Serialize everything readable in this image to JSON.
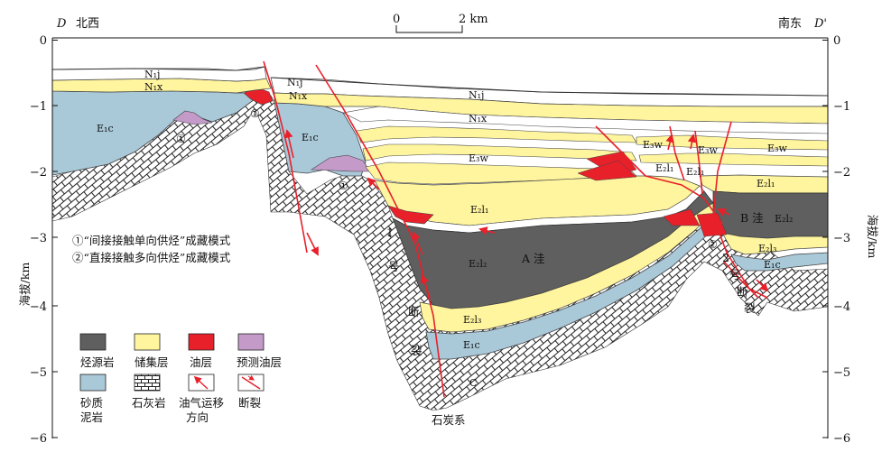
{
  "corners": {
    "left_letter": "D",
    "left_direction": "北西",
    "right_direction": "南东",
    "right_letter": "D'"
  },
  "scale_bar": {
    "start": "0",
    "end": "2 km"
  },
  "y_axis": {
    "title": "海拔/km",
    "ticks": [
      "0",
      "−1",
      "−2",
      "−3",
      "−4",
      "−5",
      "−6"
    ]
  },
  "formations": {
    "n1j": "N₁j",
    "n1x": "N₁x",
    "e1c": "E₁c",
    "e3w": "E₃w",
    "e2l1": "E₂l₁",
    "e2l2": "E₂l₂",
    "e2l3": "E₂l₃",
    "c": "C"
  },
  "labels": {
    "a_sag": "A 洼",
    "b_sag": "B 洼",
    "fault1_chars": [
      "1",
      "号",
      "断",
      "裂"
    ],
    "fault2_chars": [
      "2",
      "号",
      "断",
      "裂"
    ],
    "carboniferous": "石炭系"
  },
  "circle_markers": {
    "one": "①",
    "two": "②"
  },
  "notes": [
    "①“间接接触单向供烃”成藏模式",
    "②“直接接触多向供烃”成藏模式"
  ],
  "legend": [
    {
      "key": "source",
      "label": "烃源岩",
      "color": "#5f5f5f"
    },
    {
      "key": "reservoir",
      "label": "储集层",
      "color": "#fff59e"
    },
    {
      "key": "oil",
      "label": "油层",
      "color": "#e8202a"
    },
    {
      "key": "predicted",
      "label": "预测油层",
      "color": "#c49ac9"
    },
    {
      "key": "sandy_mud",
      "label": "砂质\n泥岩",
      "color": "#a9c8d8"
    },
    {
      "key": "limestone",
      "label": "石灰岩"
    },
    {
      "key": "migration",
      "label": "油气运移\n方向"
    },
    {
      "key": "fault",
      "label": "断裂"
    }
  ]
}
